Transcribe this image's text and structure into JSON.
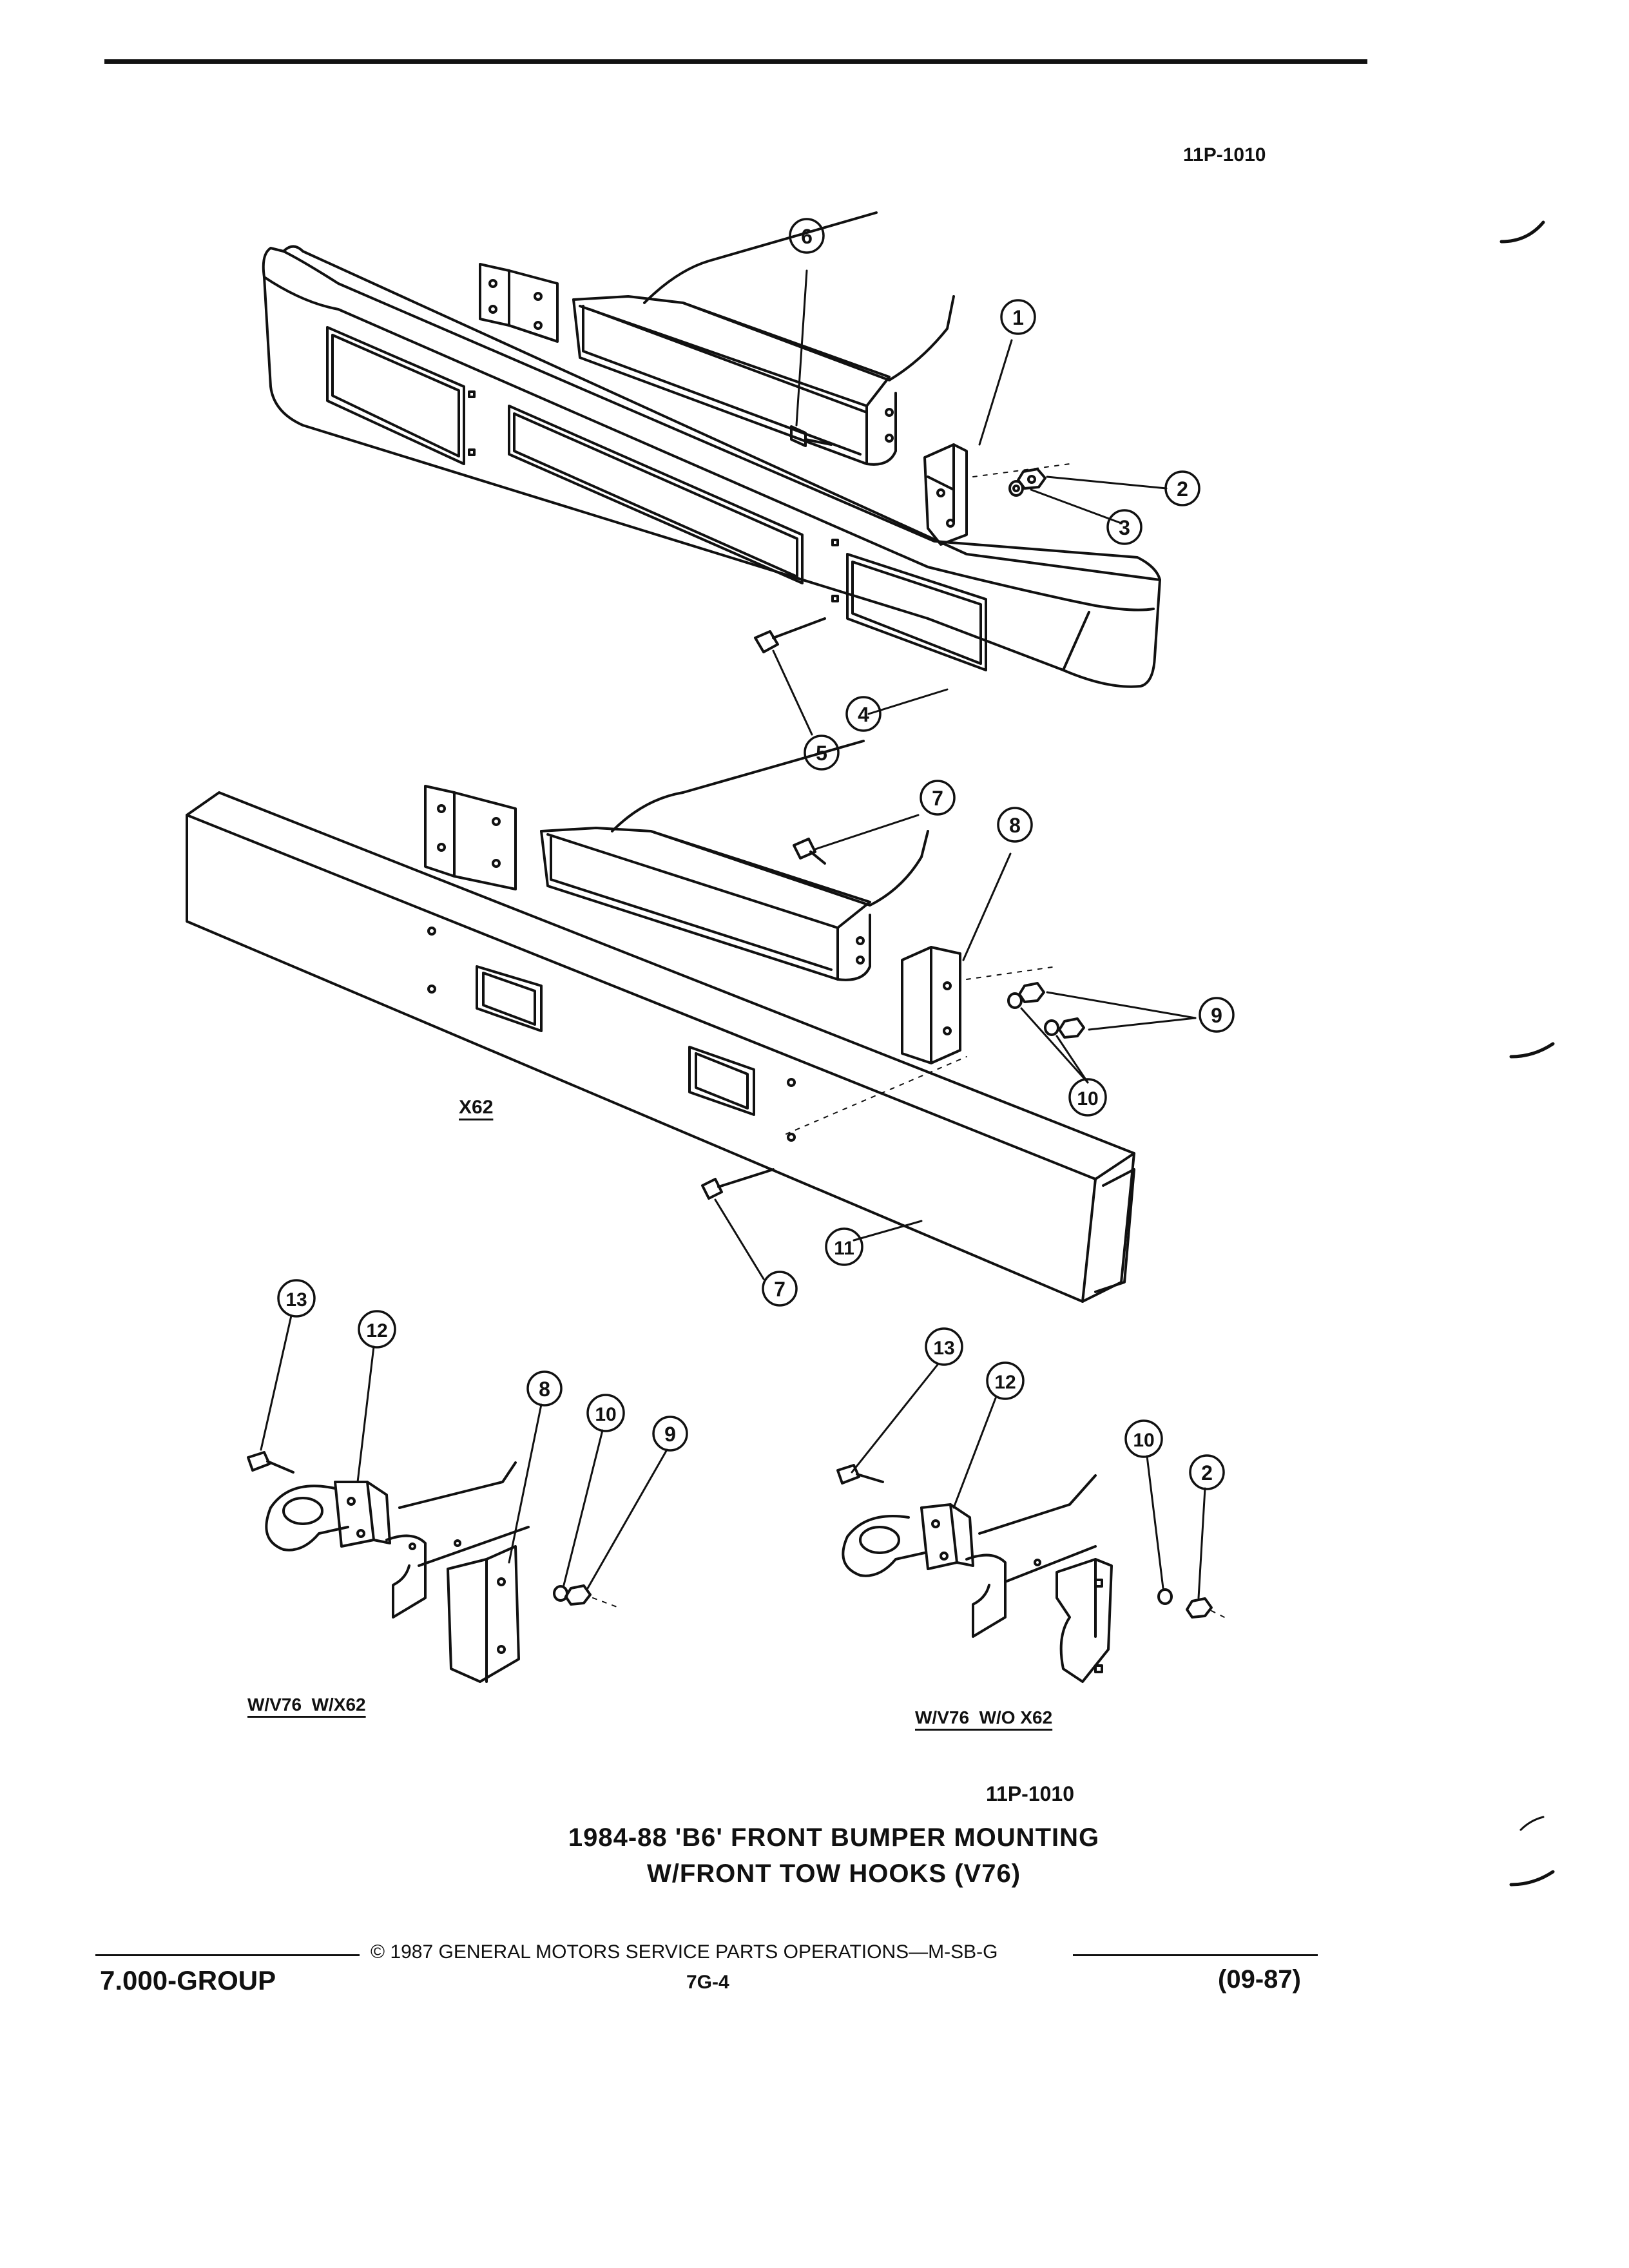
{
  "header": {
    "code": "11P-1010"
  },
  "views": {
    "main_bumper": {
      "callouts": [
        "6",
        "1",
        "2",
        "3",
        "4",
        "5"
      ]
    },
    "x62_bumper": {
      "label": "X62",
      "callouts": [
        "7",
        "8",
        "9",
        "10",
        "11",
        "7"
      ]
    },
    "tow_hook_with_x62": {
      "label": "W/V76  W/X62",
      "callouts": [
        "13",
        "12",
        "8",
        "10",
        "9"
      ]
    },
    "tow_hook_without_x62": {
      "label": "W/V76  W/O X62",
      "callouts": [
        "13",
        "12",
        "10",
        "2"
      ]
    }
  },
  "figure_code": "11P-1010",
  "caption": {
    "line1": "1984-88 'B6' FRONT BUMPER MOUNTING",
    "line2": "W/FRONT TOW HOOKS (V76)"
  },
  "footer": {
    "copyright": "© 1987  GENERAL MOTORS SERVICE PARTS OPERATIONS—M-SB-G",
    "group": "7.000-GROUP",
    "page": "7G-4",
    "date": "(09-87)"
  }
}
